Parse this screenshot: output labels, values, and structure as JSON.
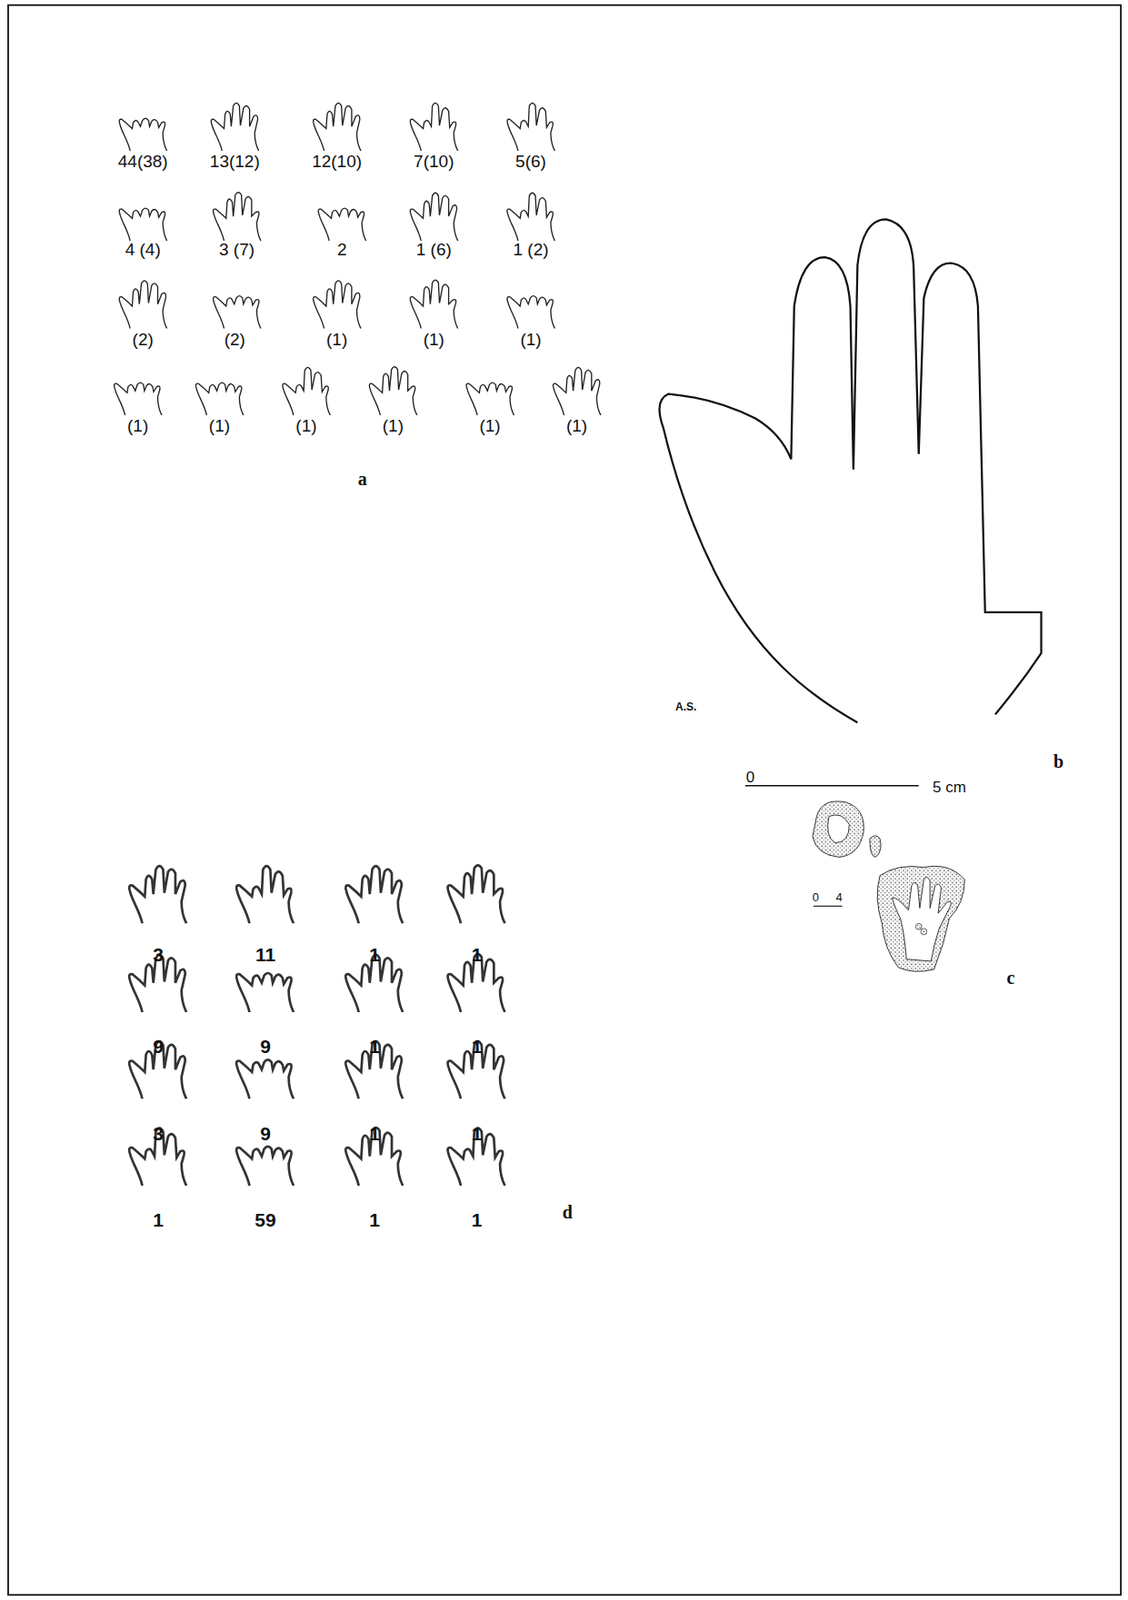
{
  "diagram": {
    "labels": [
      "44(38)",
      "13(12)",
      "12(10)",
      "7(10)",
      "5(6)",
      "4 (4)",
      "3 (7)",
      "2",
      "1 (6)",
      "1 (2)",
      "(2)",
      "(2)",
      "(1)",
      "(1)",
      "(1)",
      "(1)",
      "(1)",
      "(1)",
      "(1)",
      "(1)",
      "(1)",
      "a",
      "A.S.",
      "b",
      "0",
      "5 cm",
      "0",
      "4",
      "c",
      "3",
      "11",
      "1",
      "1",
      "9",
      "9",
      "1",
      "1",
      "3",
      "9",
      "1",
      "1",
      "1",
      "59",
      "1",
      "1",
      "d"
    ]
  }
}
